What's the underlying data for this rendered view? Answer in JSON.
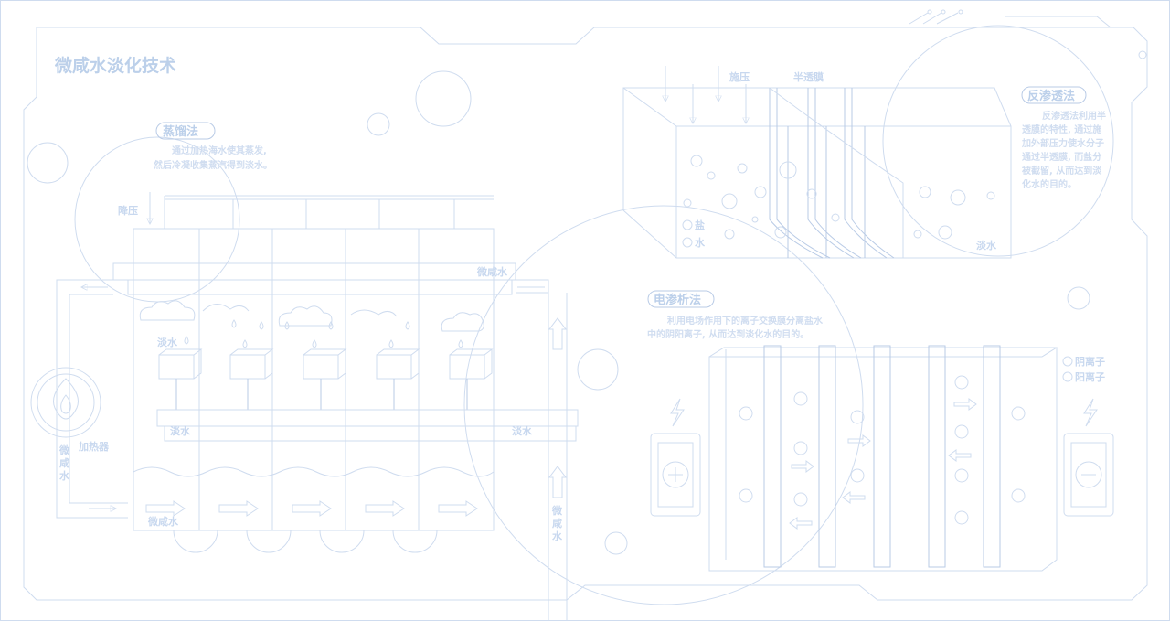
{
  "title": "微咸水淡化技术",
  "distillation": {
    "heading": "蒸馏法",
    "desc_line1": "通过加热海水使其蒸发,",
    "desc_line2": "然后冷凝收集蒸汽得到淡水。",
    "label_depressurize": "降压",
    "label_brackish_top": "微咸水",
    "label_fresh_left": "淡水",
    "label_fresh_pipe_left": "淡水",
    "label_fresh_pipe_right": "淡水",
    "label_brackish_bottom": "微咸水",
    "label_heater": "加热器",
    "label_brackish_left_c1": "微",
    "label_brackish_left_c2": "咸",
    "label_brackish_left_c3": "水",
    "label_brackish_right_c1": "微",
    "label_brackish_right_c2": "咸",
    "label_brackish_right_c3": "水"
  },
  "reverse_osmosis": {
    "heading": "反渗透法",
    "label_pressure": "施压",
    "label_membrane": "半透膜",
    "legend_salt": "盐",
    "legend_water": "水",
    "label_water_out": "淡水",
    "desc_line1": "反渗透法利用半",
    "desc_line2": "透膜的特性, 通过施",
    "desc_line3": "加外部压力使水分子",
    "desc_line4": "通过半透膜, 而盐分",
    "desc_line5": "被截留, 从而达到淡",
    "desc_line6": "化水的目的。"
  },
  "electrodialysis": {
    "heading": "电渗析法",
    "desc_line1": "利用电场作用下的离子交换膜分离盐水",
    "desc_line2": "中的阴阳离子, 从而达到淡化水的目的。",
    "legend_anion": "阴离子",
    "legend_cation": "阳离子"
  },
  "colors": {
    "line": "#cfdcef",
    "accent_line": "#b9cbe6",
    "text": "#bcd0ea",
    "background": "#ffffff"
  }
}
